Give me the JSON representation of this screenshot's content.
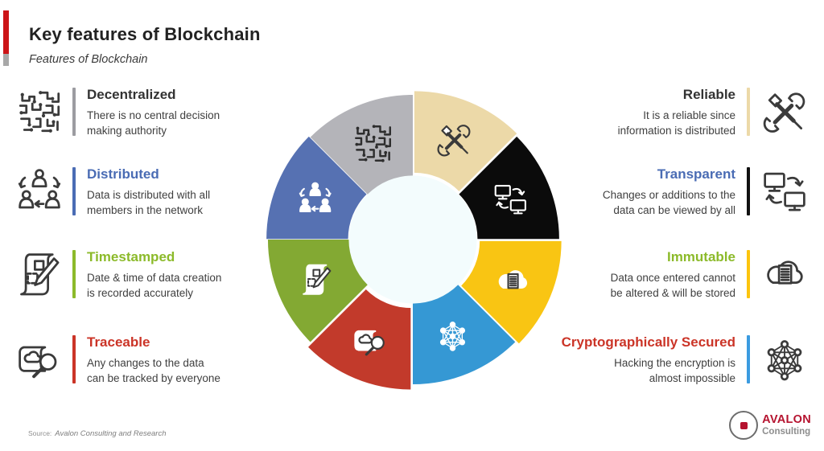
{
  "accent": {
    "red": "#cc1417",
    "gray": "#a8a8a8"
  },
  "header": {
    "title": "Key features of Blockchain",
    "subtitle": "Features of Blockchain"
  },
  "features_left": [
    {
      "title": "Decentralized",
      "desc": "There is no central decision\nmaking authority",
      "title_color": "#333333",
      "bar_color": "#9c9ca1",
      "icon": "circuit-maze"
    },
    {
      "title": "Distributed",
      "desc": "Data is distributed with all\nmembers in the network",
      "title_color": "#4a6cb4",
      "bar_color": "#4a6cb4",
      "icon": "people-network"
    },
    {
      "title": "Timestamped",
      "desc": "Date & time of data creation\nis recorded accurately",
      "title_color": "#8cba2a",
      "bar_color": "#8cba2a",
      "icon": "scroll-pencil"
    },
    {
      "title": "Traceable",
      "desc": "Any changes to the data\ncan be tracked by everyone",
      "title_color": "#cb3427",
      "bar_color": "#cb3427",
      "icon": "map-magnifier"
    }
  ],
  "features_right": [
    {
      "title": "Reliable",
      "desc": "It is a reliable since\ninformation is distributed",
      "title_color": "#333333",
      "bar_color": "#ecd9a8",
      "icon": "tools"
    },
    {
      "title": "Transparent",
      "desc": "Changes or additions to the\ndata can be viewed by all",
      "title_color": "#4a6cb4",
      "bar_color": "#111111",
      "icon": "monitors-sync"
    },
    {
      "title": "Immutable",
      "desc": "Data once entered cannot\nbe altered & will be stored",
      "title_color": "#8cba2a",
      "bar_color": "#fcc40d",
      "icon": "cloud-doc"
    },
    {
      "title": "Cryptographically Secured",
      "desc": "Hacking the encryption is\nalmost impossible",
      "title_color": "#cb3427",
      "bar_color": "#3b9be0",
      "icon": "mesh-network"
    }
  ],
  "chart_data": {
    "type": "pie",
    "title": "Key features of Blockchain",
    "hole_color": "#f3fcfd",
    "start_angle_deg": 0,
    "direction": "clockwise",
    "segments": [
      {
        "label": "Reliable",
        "value": 12.5,
        "color": "#ecd9a8",
        "icon": "tools",
        "icon_color": "#3a3a3a",
        "icon_size": 48,
        "offset": 5
      },
      {
        "label": "Transparent",
        "value": 12.5,
        "color": "#0b0b0b",
        "icon": "monitors-sync",
        "icon_color": "#ffffff",
        "icon_size": 46,
        "offset": 2
      },
      {
        "label": "Immutable",
        "value": 12.5,
        "color": "#f9c513",
        "icon": "cloud-doc",
        "icon_color": "#ffffff",
        "icon_size": 48,
        "offset": 5
      },
      {
        "label": "Cryptographically Secured",
        "value": 12.5,
        "color": "#3598d4",
        "icon": "mesh-network",
        "icon_color": "#ffffff",
        "icon_size": 44,
        "offset": 0
      },
      {
        "label": "Traceable",
        "value": 12.5,
        "color": "#c23a2b",
        "icon": "map-magnifier",
        "icon_color": "#ffffff",
        "icon_size": 48,
        "offset": 7
      },
      {
        "label": "Timestamped",
        "value": 12.5,
        "color": "#83a933",
        "icon": "scroll-pencil",
        "icon_color": "#ffffff",
        "icon_size": 44,
        "offset": 0
      },
      {
        "label": "Distributed",
        "value": 12.5,
        "color": "#5671b2",
        "icon": "people-network",
        "icon_color": "#ffffff",
        "icon_size": 46,
        "offset": 2
      },
      {
        "label": "Decentralized",
        "value": 12.5,
        "color": "#b4b4b9",
        "icon": "circuit-maze",
        "icon_color": "#2e2e2e",
        "icon_size": 54,
        "offset": 0
      }
    ]
  },
  "footer": {
    "source_label": "Source:",
    "source_text": "Avalon Consulting and Research",
    "logo_name": "AVALON",
    "logo_sub": "Consulting",
    "logo_color": "#b5132f",
    "logo_sub_color": "#8d8d8d"
  }
}
